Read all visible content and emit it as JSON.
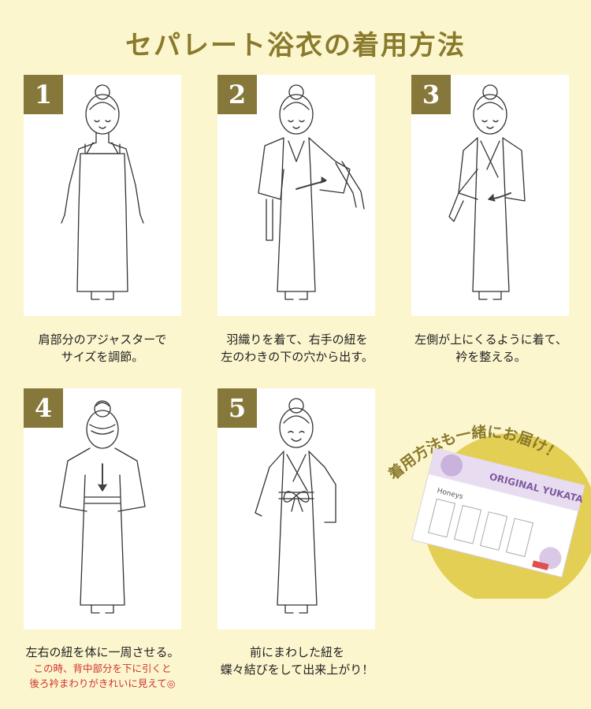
{
  "title": "セパレート浴衣の着用方法",
  "steps": [
    {
      "num": "1",
      "lines": [
        "肩部分のアジャスターで",
        "サイズを調節。"
      ]
    },
    {
      "num": "2",
      "lines": [
        "羽織りを着て、右手の紐を",
        "左のわきの下の穴から出す。"
      ]
    },
    {
      "num": "3",
      "lines": [
        "左側が上にくるように着て、",
        "衿を整える。"
      ]
    },
    {
      "num": "4",
      "lines": [
        "左右の紐を体に一周させる。"
      ],
      "note": [
        "この時、背中部分を下に引くと",
        "後ろ衿まわりがきれいに見えて◎"
      ]
    },
    {
      "num": "5",
      "lines": [
        "前にまわした紐を",
        "蝶々結びをして出来上がり！"
      ]
    }
  ],
  "promo": {
    "arc_text": "着用方法も一緒にお届け！",
    "brand": "Honeys",
    "product": "ORIGINAL YUKATA"
  },
  "colors": {
    "background": "#fcf6cf",
    "accent": "#86783a",
    "title": "#8a7a2c",
    "note": "#d0322e",
    "circle": "#e4cf55",
    "card_purple": "#9c7db3"
  }
}
